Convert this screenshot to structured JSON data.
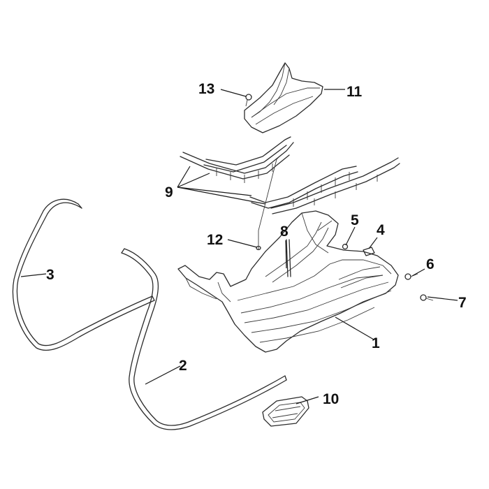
{
  "diagram": {
    "background": "#ffffff",
    "line_color": "#2b2b2b",
    "callouts": [
      "1",
      "2",
      "3",
      "4",
      "5",
      "6",
      "7",
      "8",
      "9",
      "10",
      "11",
      "12",
      "13"
    ]
  }
}
